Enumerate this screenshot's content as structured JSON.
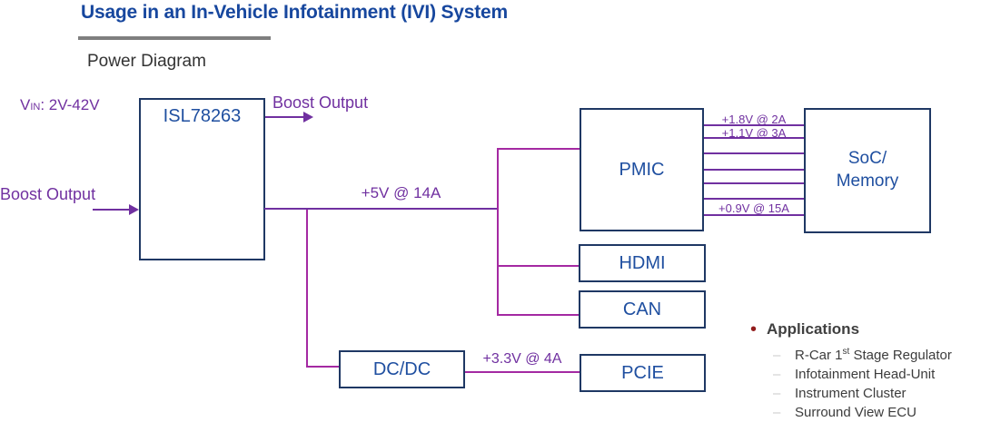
{
  "page": {
    "title": "Usage in an In-Vehicle Infotainment (IVI) System",
    "subtitle": "Power Diagram"
  },
  "labels": {
    "vin_prefix": "V",
    "vin_sub": "IN",
    "vin_suffix": ": 2V-42V",
    "boost_left": "Boost Output",
    "boost_top": "Boost Output",
    "rail_5v": "+5V @ 14A",
    "rail_3v3": "+3.3V @ 4A",
    "rail_1v8": "+1.8V @ 2A",
    "rail_1v1": "+1.1V @ 3A",
    "rail_0v9": "+0.9V @ 15A"
  },
  "blocks": {
    "regulator": "ISL78263",
    "pmic": "PMIC",
    "soc_line1": "SoC/",
    "soc_line2": "Memory",
    "hdmi": "HDMI",
    "can": "CAN",
    "dcdc": "DC/DC",
    "pcie": "PCIE"
  },
  "applications": {
    "bullet_glyph": "•",
    "dash_glyph": "–",
    "heading": "Applications",
    "items": [
      {
        "pre": "R-Car 1",
        "sup": "st",
        "post": " Stage Regulator"
      },
      {
        "pre": "Infotainment Head-Unit"
      },
      {
        "pre": "Instrument Cluster"
      },
      {
        "pre": "Surround View ECU"
      }
    ]
  },
  "colors": {
    "title_blue": "#17479E",
    "box_border_navy": "#1F3864",
    "box_label_blue": "#1F4FA0",
    "line_purple": "#7030A0",
    "line_magenta": "#A429A2",
    "rule_gray": "#7F7F7F",
    "subtitle_gray": "#333333",
    "applications_bullet_red": "#921C1C",
    "applications_dash_gray": "#C8C8C8",
    "applications_text_gray": "#3C3C3C"
  }
}
